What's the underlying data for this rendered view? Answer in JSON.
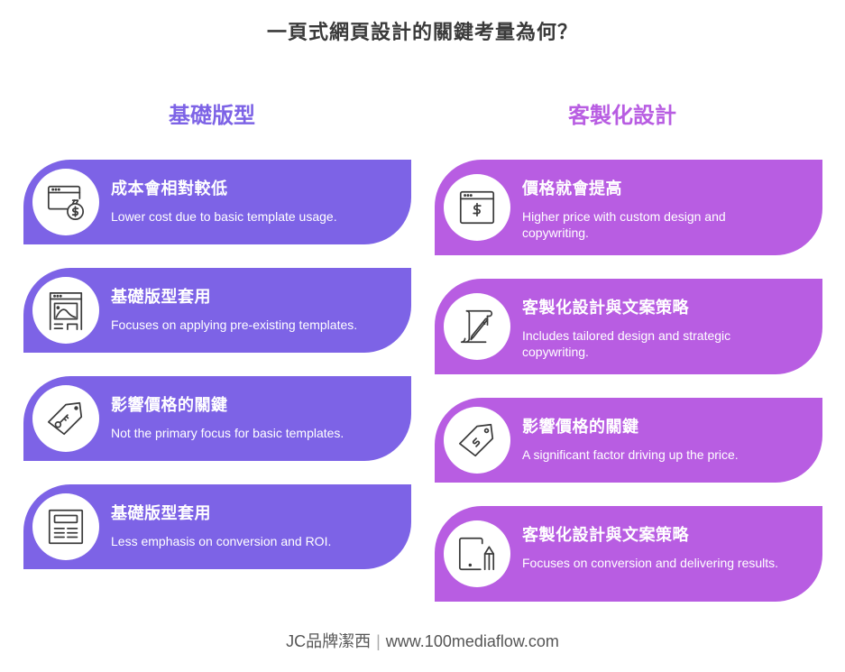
{
  "title": "一頁式網頁設計的關鍵考量為何？",
  "columns": [
    {
      "heading": "基礎版型",
      "color": "#7d63e6",
      "cards": [
        {
          "title": "成本會相對較低",
          "desc": "Lower cost due to basic template usage.",
          "icon": "browser-money-bag-icon"
        },
        {
          "title": "基礎版型套用",
          "desc": "Focuses on applying pre-existing templates.",
          "icon": "browser-template-image-icon"
        },
        {
          "title": "影響價格的關鍵",
          "desc": "Not the primary focus for basic templates.",
          "icon": "key-tag-icon"
        },
        {
          "title": "基礎版型套用",
          "desc": "Less emphasis on conversion and ROI.",
          "icon": "layout-document-icon"
        }
      ]
    },
    {
      "heading": "客製化設計",
      "color": "#b85de2",
      "cards": [
        {
          "title": "價格就會提高",
          "desc": "Higher price with custom design and copywriting.",
          "icon": "browser-dollar-icon"
        },
        {
          "title": "客製化設計與文案策略",
          "desc": "Includes tailored design and strategic copywriting.",
          "icon": "scroll-pen-icon"
        },
        {
          "title": "影響價格的關鍵",
          "desc": "A significant factor driving up the price.",
          "icon": "price-tag-dollar-icon"
        },
        {
          "title": "客製化設計與文案策略",
          "desc": "Focuses on conversion and delivering results.",
          "icon": "tablet-pencil-icon"
        }
      ]
    }
  ],
  "footer": {
    "brand": "JC品牌潔西",
    "separator": "|",
    "url": "www.100mediaflow.com"
  }
}
